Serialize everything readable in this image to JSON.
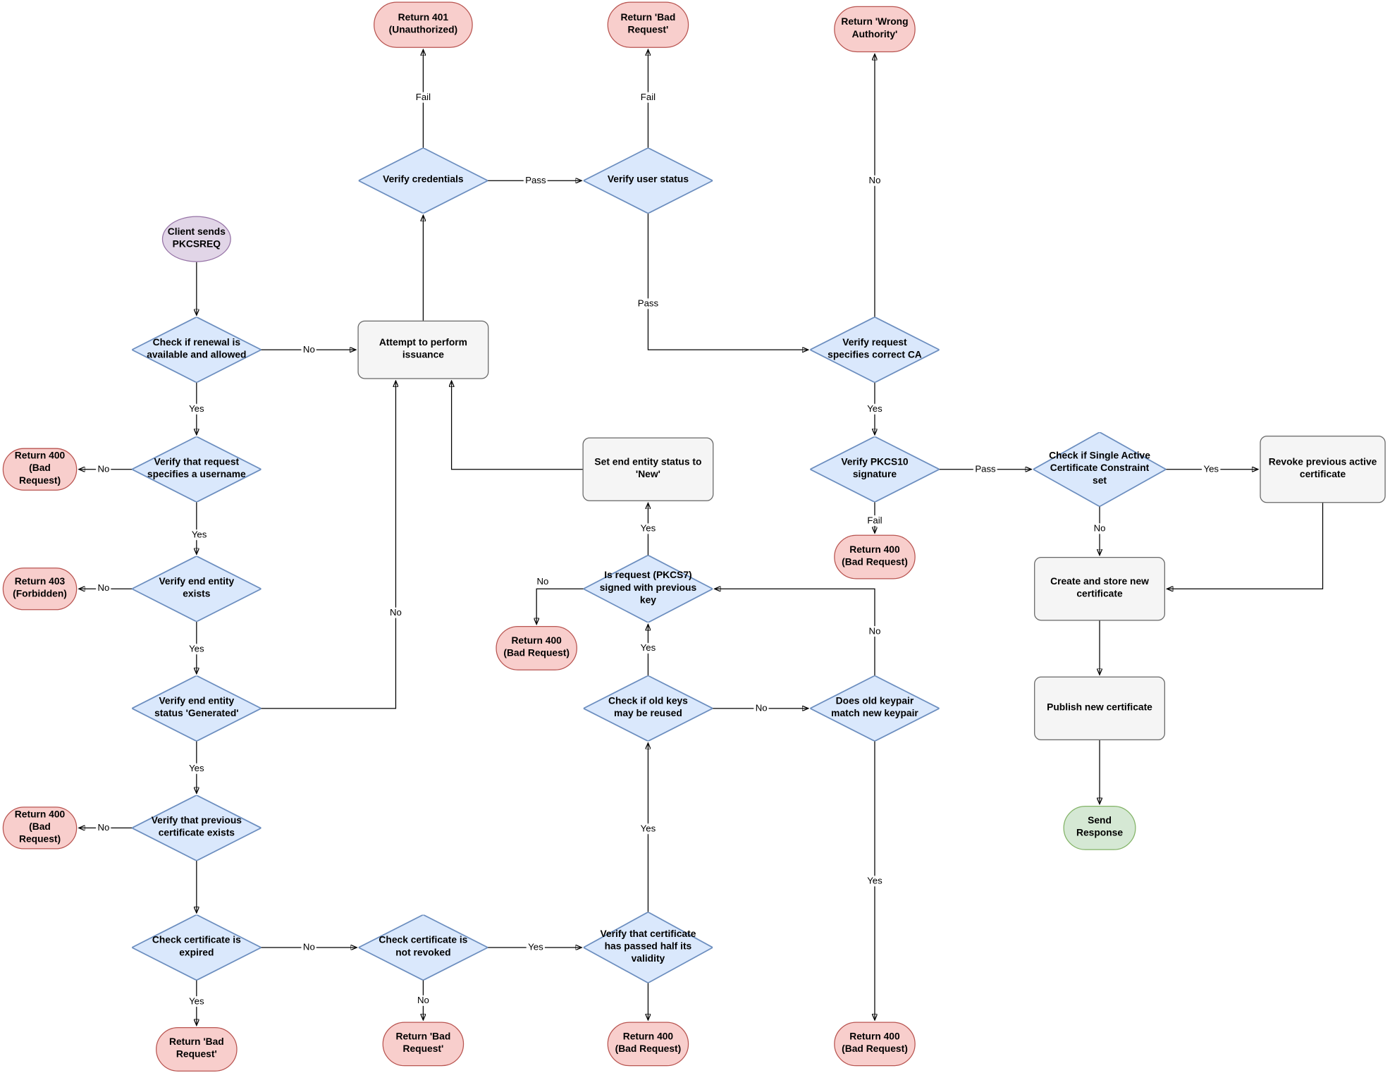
{
  "colors": {
    "decision_fill": "#dae8fc",
    "decision_stroke": "#6c8ebf",
    "process_fill": "#f5f5f5",
    "process_stroke": "#666666",
    "terminal_fill": "#f8cecc",
    "terminal_stroke": "#b85450",
    "start_fill": "#e1d5e7",
    "start_stroke": "#9673a6",
    "success_fill": "#d5e8d4",
    "success_stroke": "#82b366"
  },
  "nodes": {
    "start": {
      "type": "start",
      "label": "Client sends PKCSREQ"
    },
    "check_renewal": {
      "type": "decision",
      "label": "Check if renewal is available and allowed"
    },
    "verify_username": {
      "type": "decision",
      "label": "Verify that request specifies a username"
    },
    "entity_exists": {
      "type": "decision",
      "label": "Verify end entity exists"
    },
    "entity_generated": {
      "type": "decision",
      "label": "Verify end entity status 'Generated'"
    },
    "prev_cert_exists": {
      "type": "decision",
      "label": "Verify that previous certificate exists"
    },
    "cert_expired": {
      "type": "decision",
      "label": "Check certificate is expired"
    },
    "cert_not_revoked": {
      "type": "decision",
      "label": "Check certificate is not revoked"
    },
    "half_validity": {
      "type": "decision",
      "label": "Verify that certificate has passed half its validity"
    },
    "verify_credentials": {
      "type": "decision",
      "label": "Verify credentials"
    },
    "verify_user_status": {
      "type": "decision",
      "label": "Verify user status"
    },
    "correct_ca": {
      "type": "decision",
      "label": "Verify request specifies correct CA"
    },
    "pkcs10_signature": {
      "type": "decision",
      "label": "Verify PKCS10 signature"
    },
    "sacc": {
      "type": "decision",
      "label": "Check if Single Active Certificate Constraint set"
    },
    "signed_prev_key": {
      "type": "decision",
      "label": "Is request (PKCS7) signed with previous key"
    },
    "old_keys_reused": {
      "type": "decision",
      "label": "Check if old keys may be reused"
    },
    "keypair_match": {
      "type": "decision",
      "label": "Does old keypair match new keypair"
    },
    "attempt_issuance": {
      "type": "process",
      "label": "Attempt to perform issuance"
    },
    "set_status_new": {
      "type": "process",
      "label": "Set end entity status to 'New'"
    },
    "revoke_prev": {
      "type": "process",
      "label": "Revoke previous active certificate"
    },
    "create_store": {
      "type": "process",
      "label": "Create and store new certificate"
    },
    "publish_cert": {
      "type": "process",
      "label": "Publish new certificate"
    },
    "ret_401": {
      "type": "terminal",
      "label": "Return 401 (Unauthorized)"
    },
    "ret_bad_request_top": {
      "type": "terminal",
      "label": "Return 'Bad Request'"
    },
    "ret_wrong_authority": {
      "type": "terminal",
      "label": "Return 'Wrong Authority'"
    },
    "ret_400_username": {
      "type": "terminal",
      "label": "Return 400 (Bad Request)"
    },
    "ret_403_forbidden": {
      "type": "terminal",
      "label": "Return 403 (Forbidden)"
    },
    "ret_400_prev_cert": {
      "type": "terminal",
      "label": "Return 400 (Bad Request)"
    },
    "ret_400_pkcs10": {
      "type": "terminal",
      "label": "Return 400 (Bad Request)"
    },
    "ret_400_prev_key": {
      "type": "terminal",
      "label": "Return 400 (Bad Request)"
    },
    "ret_bad_request_expired": {
      "type": "terminal",
      "label": "Return 'Bad Request'"
    },
    "ret_bad_request_revoked": {
      "type": "terminal",
      "label": "Return 'Bad Request'"
    },
    "ret_400_half_validity": {
      "type": "terminal",
      "label": "Return 400 (Bad Request)"
    },
    "ret_400_keypair": {
      "type": "terminal",
      "label": "Return 400 (Bad Request)"
    },
    "send_response": {
      "type": "terminal-success",
      "label": "Send Response"
    }
  },
  "edge_labels": {
    "renewal_no": "No",
    "renewal_yes": "Yes",
    "username_no": "No",
    "username_yes": "Yes",
    "entity_exists_no": "No",
    "entity_exists_yes": "Yes",
    "generated_no": "No",
    "generated_yes": "Yes",
    "prev_cert_no": "No",
    "expired_yes": "Yes",
    "expired_no": "No",
    "revoked_no": "No",
    "revoked_yes": "Yes",
    "half_validity_yes": "Yes",
    "reuse_no": "No",
    "reuse_yes": "Yes",
    "keypair_no": "No",
    "keypair_yes": "Yes",
    "signed_prev_no": "No",
    "signed_prev_yes": "Yes",
    "credentials_fail": "Fail",
    "credentials_pass": "Pass",
    "user_status_fail": "Fail",
    "user_status_pass": "Pass",
    "correct_ca_no": "No",
    "correct_ca_yes": "Yes",
    "pkcs10_pass": "Pass",
    "pkcs10_fail": "Fail",
    "sacc_yes": "Yes",
    "sacc_no": "No"
  }
}
